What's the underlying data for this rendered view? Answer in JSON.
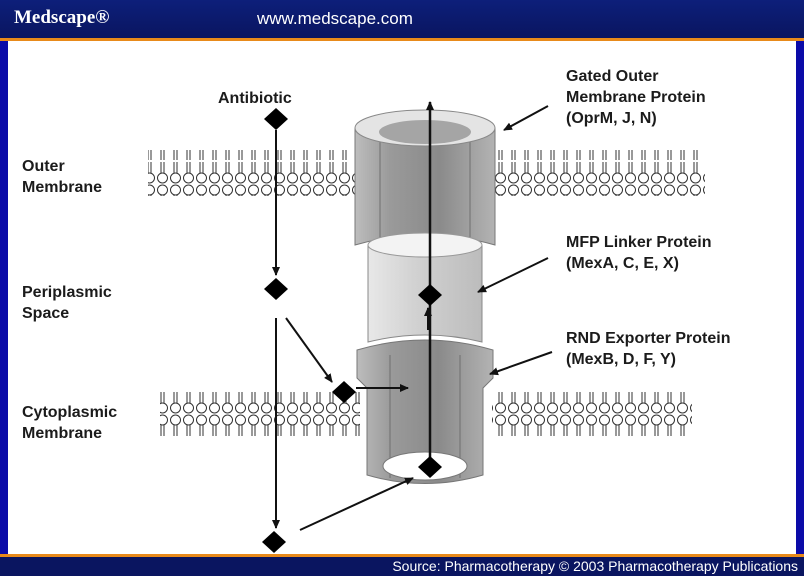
{
  "header": {
    "brand": "Medscape®",
    "url": "www.medscape.com"
  },
  "footer": {
    "source": "Source: Pharmacotherapy © 2003 Pharmacotherapy Publications"
  },
  "labels": {
    "antibiotic": "Antibiotic",
    "outer_membrane": "Outer\nMembrane",
    "periplasmic_space": "Periplasmic\nSpace",
    "cytoplasmic_membrane": "Cytoplasmic\nMembrane",
    "gated_outer_protein": "Gated Outer\nMembrane Protein\n(OprM, J, N)",
    "mfp_linker": "MFP Linker Protein\n(MexA, C, E, X)",
    "rnd_exporter": "RND Exporter Protein\n(MexB, D, F, Y)"
  },
  "colors": {
    "background": "#0b0ba8",
    "accent": "#e88a1a",
    "channel_dark": "#8a8a8a",
    "channel_light": "#d6d6d6"
  }
}
